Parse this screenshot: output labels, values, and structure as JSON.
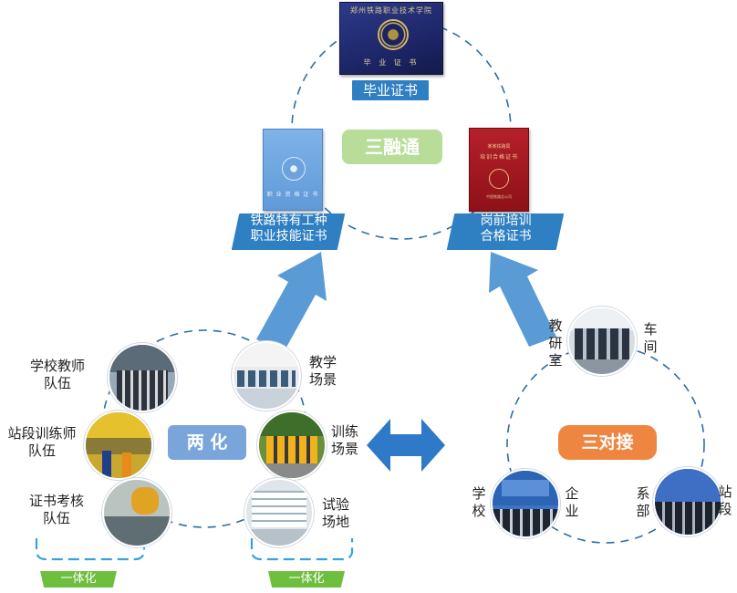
{
  "top": {
    "cert_graduation": {
      "school_name": "郑州铁路职业技术学院",
      "cover_title": "毕 业 证 书"
    },
    "cert_vocational": {
      "cover_title": "职 业 资 格 证 书"
    },
    "cert_training": {
      "line1": "某某铁路局",
      "line2": "培训合格证书",
      "line3": "中国铁路总公司"
    },
    "label_graduation": "毕业证书",
    "label_vocational": [
      "铁路特有工种",
      "职业技能证书"
    ],
    "label_training": [
      "岗前培训",
      "合格证书"
    ],
    "center_badge": "三融通"
  },
  "left": {
    "center_badge": "两 化",
    "left_labels": [
      [
        "学校教师",
        "队伍"
      ],
      [
        "站段训练师",
        "队伍"
      ],
      [
        "证书考核",
        "队伍"
      ]
    ],
    "right_labels": [
      [
        "教学",
        "场景"
      ],
      [
        "训练",
        "场景"
      ],
      [
        "试验",
        "场地"
      ]
    ],
    "tab_left": "一体化",
    "tab_right": "一体化"
  },
  "right": {
    "center_badge": "三对接",
    "top_left_chars": [
      "教",
      "研",
      "室"
    ],
    "top_right_chars": [
      "车",
      "间"
    ],
    "bottom_left_chars": [
      "学",
      "校"
    ],
    "bottom_mid_chars": [
      "企",
      "业"
    ],
    "bottom_right_left_chars": [
      "系",
      "部"
    ],
    "bottom_right_chars": [
      "站",
      "段"
    ]
  },
  "colors": {
    "arrow": "#5b9bd5",
    "dashed": "#2e6da4",
    "label_blue": "#2f7fc3",
    "badge_green": "#b7dd98",
    "badge_blue": "#7aa5da",
    "badge_orange": "#ee8641",
    "tab_green": "#6fbf3f"
  }
}
